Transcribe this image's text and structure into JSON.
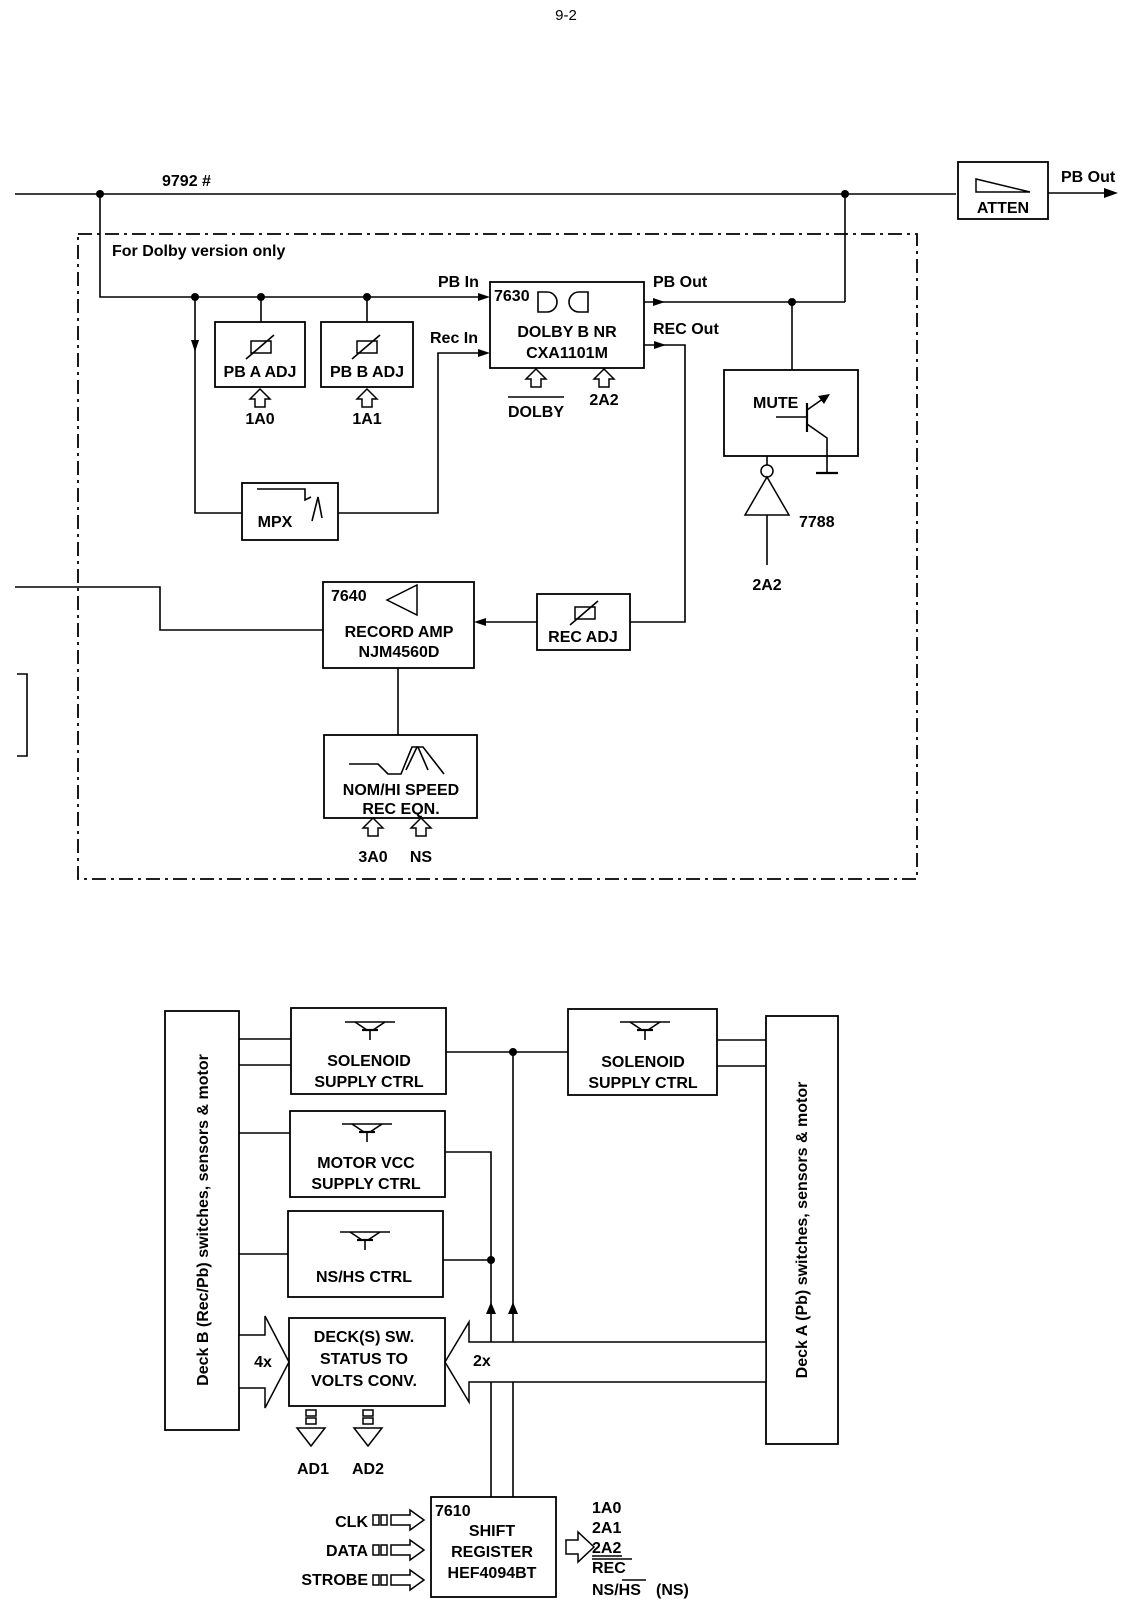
{
  "page": {
    "number": "9-2"
  },
  "top": {
    "wire_label": "9792 #",
    "pb_out_label": "PB Out",
    "atten_label": "ATTEN",
    "dolby_note": "For Dolby version only",
    "pb_in_label": "PB In",
    "rec_in_label": "Rec In",
    "dolby_ic": {
      "ref": "7630",
      "line1": "DOLBY B NR",
      "line2": "CXA1101M",
      "ctrl_left": "DOLBY",
      "ctrl_right": "2A2"
    },
    "dolby_pb_out": "PB Out",
    "dolby_rec_out": "REC Out",
    "pb_a_adj": {
      "label": "PB A ADJ",
      "ctrl": "1A0"
    },
    "pb_b_adj": {
      "label": "PB B ADJ",
      "ctrl": "1A1"
    },
    "mpx_label": "MPX",
    "mute": {
      "label": "MUTE",
      "inverter_ref": "7788",
      "ctrl": "2A2"
    },
    "record_amp": {
      "ref": "7640",
      "line1": "RECORD AMP",
      "line2": "NJM4560D"
    },
    "rec_adj_label": "REC ADJ",
    "eq": {
      "line1": "NOM/HI SPEED",
      "line2": "REC EQN.",
      "ctrl_left": "3A0",
      "ctrl_right": "NS"
    }
  },
  "bottom": {
    "deck_b_label": "Deck B (Rec/Pb) switches, sensors & motor",
    "deck_a_label": "Deck A (Pb) switches, sensors & motor",
    "solenoid_left": {
      "line1": "SOLENOID",
      "line2": "SUPPLY CTRL"
    },
    "solenoid_right": {
      "line1": "SOLENOID",
      "line2": "SUPPLY CTRL"
    },
    "motor_vcc": {
      "line1": "MOTOR VCC",
      "line2": "SUPPLY CTRL"
    },
    "nshs_ctrl": "NS/HS CTRL",
    "deck_sw": {
      "line1": "DECK(S) SW.",
      "line2": "STATUS TO",
      "line3": "VOLTS CONV."
    },
    "bus_left": "4x",
    "bus_right": "2x",
    "ad_outputs": [
      "AD1",
      "AD2"
    ],
    "shift_register": {
      "ref": "7610",
      "line1": "SHIFT",
      "line2": "REGISTER",
      "line3": "HEF4094BT"
    },
    "inputs": [
      "CLK",
      "DATA",
      "STROBE"
    ],
    "outputs": [
      "1A0",
      "2A1",
      "2A2",
      "REC",
      "NS/HS"
    ],
    "outputs_note": "(NS)"
  }
}
